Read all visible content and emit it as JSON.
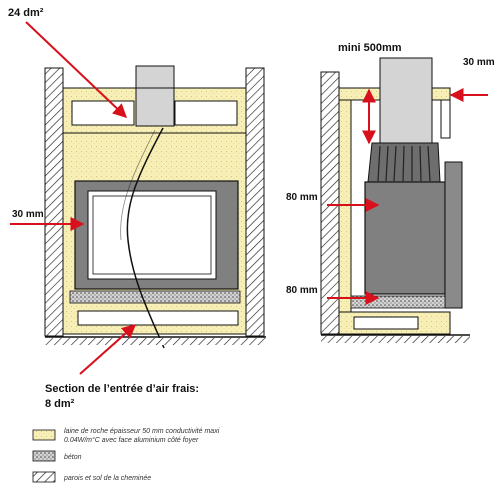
{
  "labels": {
    "top_area": "24 dm²",
    "left_gap": "30 mm",
    "min_height": "mini 500mm",
    "right_gap": "30 mm",
    "side_gap_upper": "80 mm",
    "side_gap_lower": "80 mm",
    "fresh_air_line1": "Section de l’entrée d’air frais:",
    "fresh_air_line2": "8 dm²"
  },
  "legend": {
    "wool_line1": "laine de roche épaisseur 50 mm conductivité maxi",
    "wool_line2": "0.04W/m°C avec face aluminium côté foyer",
    "concrete": "béton",
    "walls": "parois et sol de la cheminée"
  },
  "colors": {
    "insulation": "#f7efb5",
    "firebox": "#808080",
    "arrow": "#d8101c",
    "outline": "#111111",
    "concrete": "#cfcfcf"
  }
}
